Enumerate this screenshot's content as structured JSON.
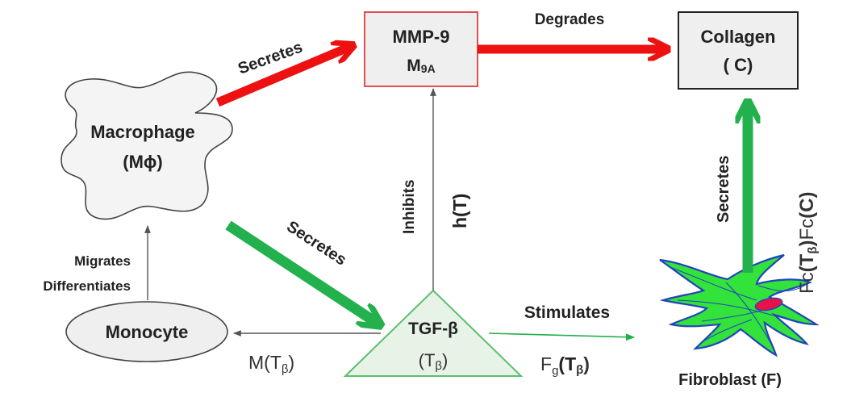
{
  "nodes": {
    "mmp9": {
      "title": "MMP-9",
      "symbol_main": "M",
      "symbol_sub": "9A"
    },
    "collagen": {
      "title": "Collagen",
      "symbol": "( C)"
    },
    "macrophage": {
      "title": "Macrophage",
      "symbol": "(Mϕ)"
    },
    "monocyte": {
      "title": "Monocyte"
    },
    "tgfb": {
      "title": "TGF-β",
      "symbol_main": "(T",
      "symbol_sub": "β",
      "symbol_close": ")"
    },
    "fibroblast": {
      "title": "Fibroblast (F)"
    }
  },
  "edges": {
    "secretes_mmp9": "Secretes",
    "degrades": "Degrades",
    "secretes_tgfb": "Secretes",
    "inhibits": "Inhibits",
    "inhibits_fn": "h(T)",
    "stimulates": "Stimulates",
    "migrates": "Migrates",
    "differentiates": "Differentiates",
    "secretes_collagen": "Secretes"
  },
  "functions": {
    "m_tb": {
      "main": "M(T",
      "sub": "β",
      "close": ")"
    },
    "fg_tb": {
      "main": "F",
      "sub": "g",
      "bold": "(T",
      "bold_sub": "β",
      "bold_close": ")"
    },
    "fc": {
      "p1": "Fc",
      "p2": "(T",
      "p2_sub": "β",
      "p3": ")",
      "p4": "Fc",
      "p5": "(C)"
    }
  },
  "colors": {
    "red_arrow": "#ee1111",
    "green_arrow": "#22b14c",
    "thin_arrow": "#555555",
    "mmp9_border": "#e05050",
    "box_fill": "#efefef",
    "tgfb_fill": "#e8f3e8",
    "tgfb_border": "#5cbf6c",
    "fibroblast_body": "#33e23a",
    "fibroblast_outline": "#2244bb",
    "nucleus": "#e8114a"
  }
}
